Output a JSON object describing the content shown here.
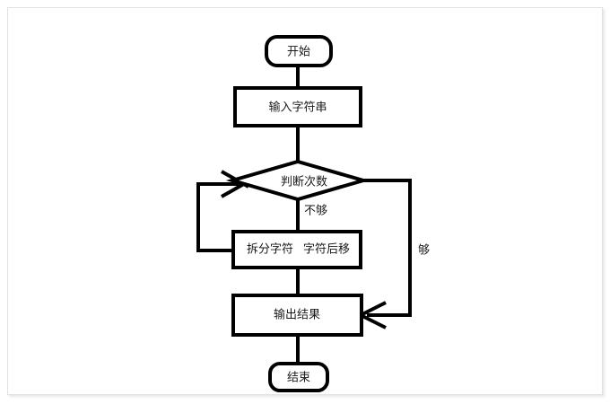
{
  "diagram": {
    "title": "",
    "type": "flowchart",
    "orientation": "top-to-bottom",
    "colors": {
      "stroke": "#000000",
      "node_fill": "#ffffff",
      "text": "#1a1a1a",
      "canvas_border": "#e2e2e2",
      "background": "#ffffff"
    },
    "nodes": [
      {
        "id": "start",
        "shape": "rounded-rectangle",
        "label": "开始"
      },
      {
        "id": "input",
        "shape": "rectangle",
        "label": "输入字符串"
      },
      {
        "id": "decide",
        "shape": "diamond",
        "label": "判断次数"
      },
      {
        "id": "process",
        "shape": "rectangle",
        "label_left": "拆分字符",
        "label_right": "字符后移"
      },
      {
        "id": "output",
        "shape": "rectangle",
        "label": "输出结果"
      },
      {
        "id": "end",
        "shape": "rounded-rectangle",
        "label": "结束"
      }
    ],
    "edges": [
      {
        "id": "start-to-input",
        "from": "start",
        "to": "input",
        "label": ""
      },
      {
        "id": "input-to-decide",
        "from": "input",
        "to": "decide",
        "label": ""
      },
      {
        "id": "decide-to-process",
        "from": "decide",
        "to": "process",
        "label": "不够"
      },
      {
        "id": "process-to-output",
        "from": "process",
        "to": "output",
        "label": ""
      },
      {
        "id": "process-loop-back",
        "from": "process",
        "to": "decide",
        "label": ""
      },
      {
        "id": "decide-to-output",
        "from": "decide",
        "to": "output",
        "label": "够"
      },
      {
        "id": "output-to-end",
        "from": "output",
        "to": "end",
        "label": ""
      }
    ]
  }
}
